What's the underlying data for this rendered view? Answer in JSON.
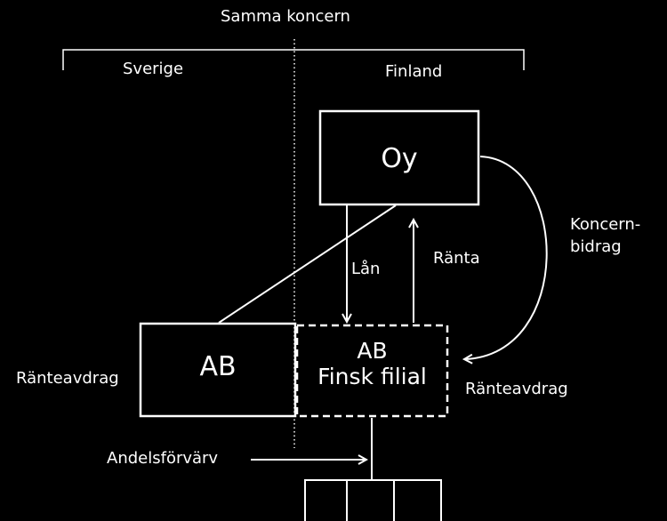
{
  "header": {
    "group": "Samma koncern"
  },
  "regions": {
    "left": "Sverige",
    "right": "Finland"
  },
  "entities": {
    "parent": "Oy",
    "subsidiary": "AB",
    "branch_line1": "AB",
    "branch_line2": "Finsk filial"
  },
  "flows": {
    "loan": "Lån",
    "interest": "Ränta",
    "group_contribution_line1": "Koncern-",
    "group_contribution_line2": "bidrag",
    "share_acquisition": "Andelsförvärv"
  },
  "deductions": {
    "left": "Ränteavdrag",
    "right": "Ränteavdrag"
  },
  "colors": {
    "background": "#000000",
    "foreground": "#ffffff"
  }
}
